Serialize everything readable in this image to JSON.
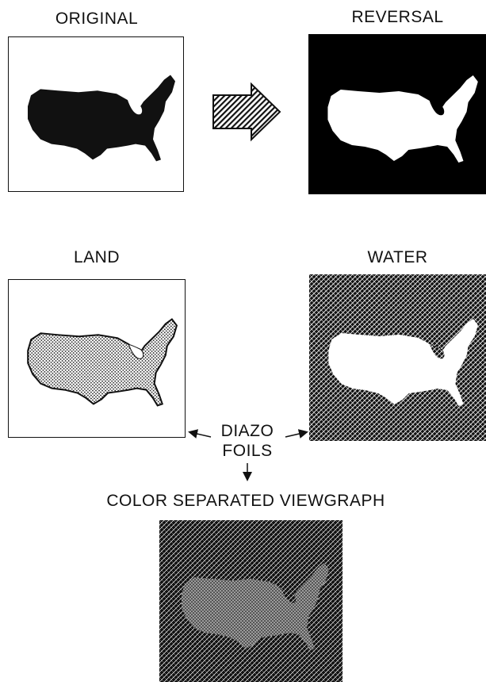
{
  "labels": {
    "original": "ORIGINAL",
    "reversal": "REVERSAL",
    "land": "LAND",
    "water": "WATER",
    "diazo_line1": "DIAZO",
    "diazo_line2": "FOILS",
    "result": "COLOR SEPARATED VIEWGRAPH"
  },
  "colors": {
    "ink": "#111111",
    "paper": "#ffffff"
  },
  "icons": {
    "transform_arrow": "hatched-right-arrow",
    "flow_arrows": "thin-arrow"
  }
}
